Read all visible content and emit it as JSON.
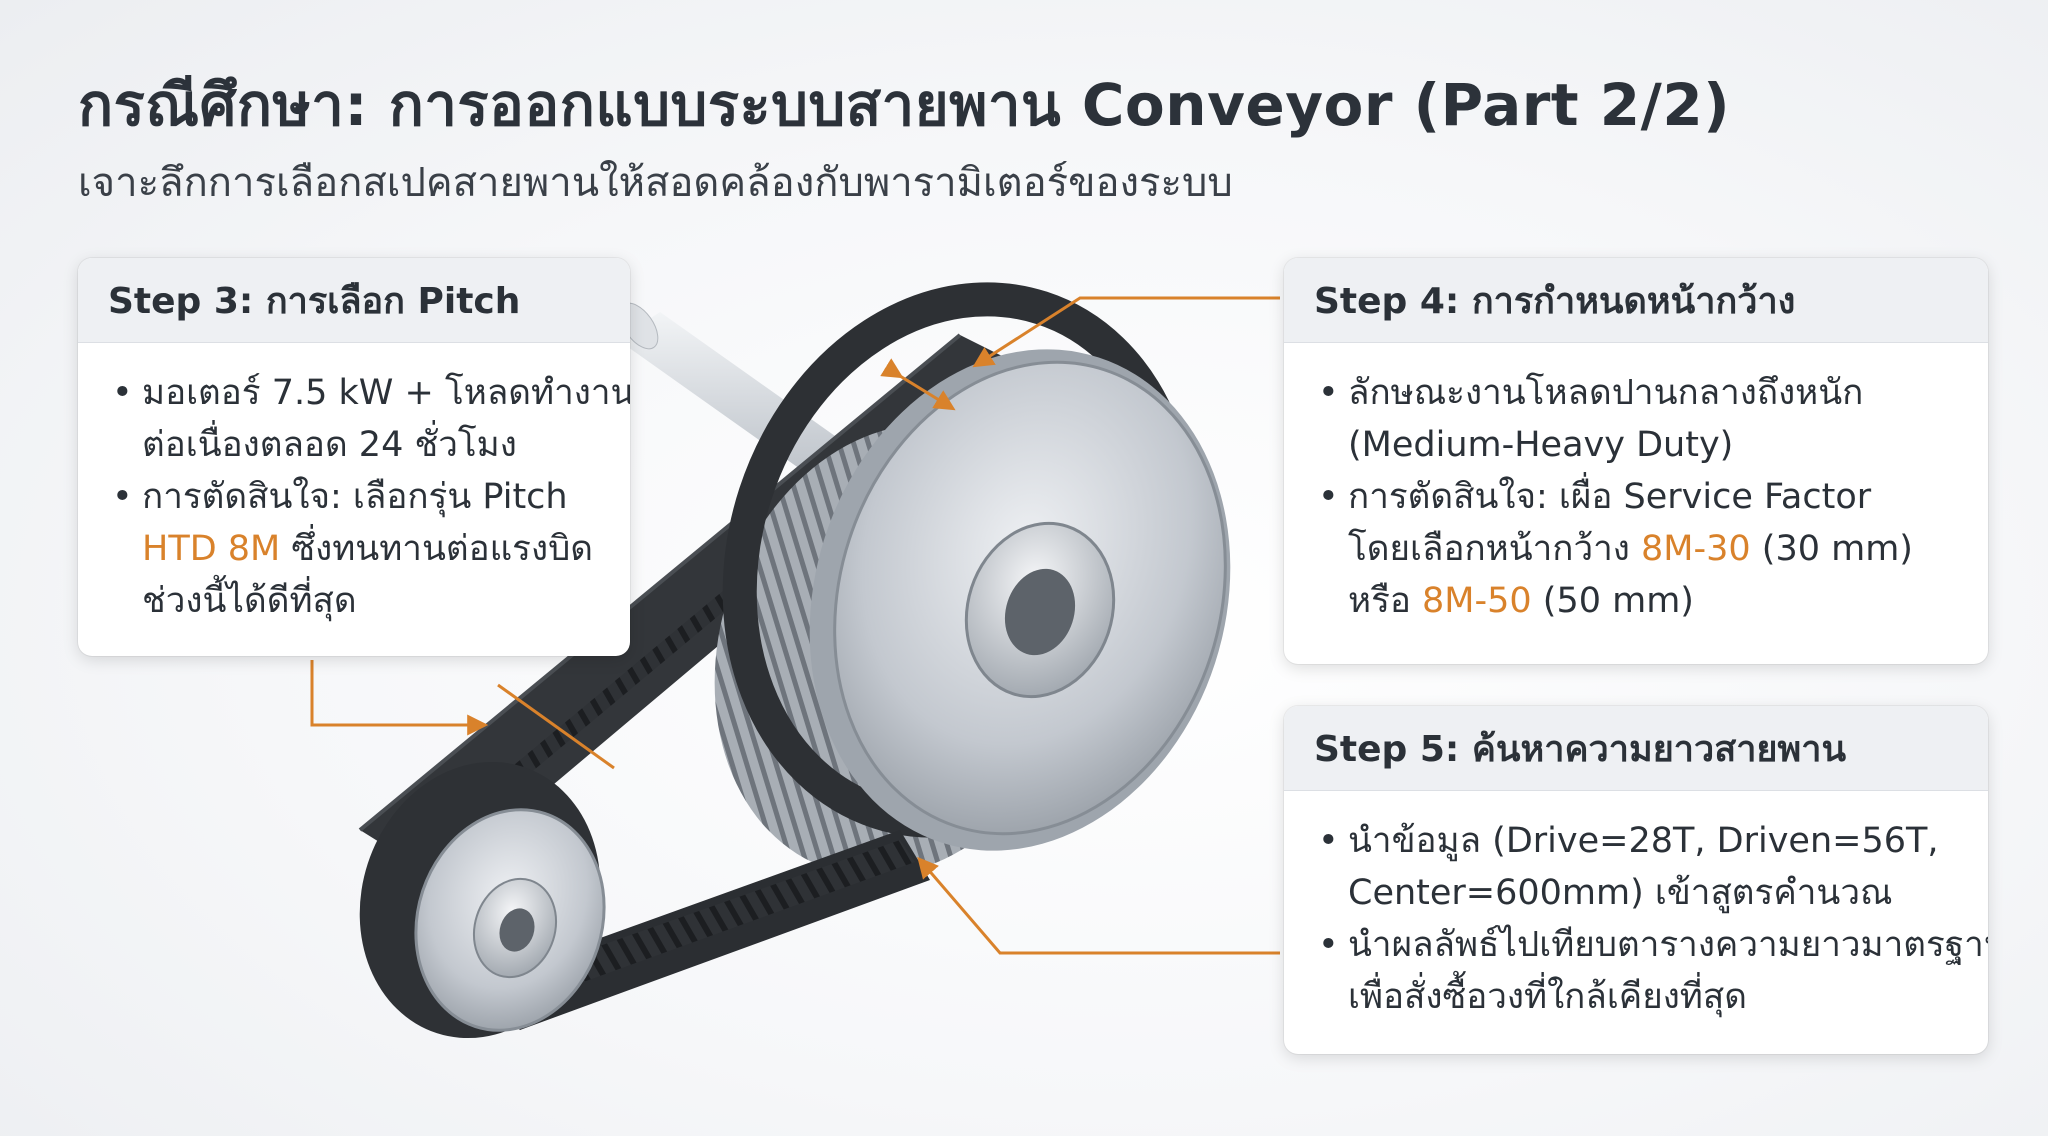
{
  "header": {
    "title": "กรณีศึกษา: การออกแบบระบบสายพาน Conveyor (Part 2/2)",
    "subtitle": "เจาะลึกการเลือกสเปคสายพานให้สอดคล้องกับพารามิเตอร์ของระบบ"
  },
  "colors": {
    "accent": "#d9822b",
    "header_bg": "#eef0f3",
    "text": "#2b3138",
    "belt": "#2d3034",
    "pulley": "#c9ced4"
  },
  "step3": {
    "title": "Step 3: การเลือก Pitch",
    "b1_l1": "มอเตอร์ 7.5 kW + โหลดทำงาน",
    "b1_l2": "ต่อเนื่องตลอด 24 ชั่วโมง",
    "b2_l1": "การตัดสินใจ: เลือกรุ่น Pitch",
    "b2_l2_hl": "HTD 8M",
    "b2_l2_rest": " ซึ่งทนทานต่อแรงบิด",
    "b2_l3": "ช่วงนี้ได้ดีที่สุด"
  },
  "step4": {
    "title": "Step 4: การกำหนดหน้ากว้าง",
    "b1_l1": "ลักษณะงานโหลดปานกลางถึงหนัก",
    "b1_l2": "(Medium-Heavy Duty)",
    "b2_l1": "การตัดสินใจ: เผื่อ Service Factor",
    "b2_l2_pre": "โดยเลือกหน้ากว้าง ",
    "b2_l2_hl": "8M-30",
    "b2_l2_rest": " (30 mm)",
    "b2_l3_pre": "หรือ ",
    "b2_l3_hl": "8M-50",
    "b2_l3_rest": " (50 mm)"
  },
  "step5": {
    "title": "Step 5: ค้นหาความยาวสายพาน",
    "b1_l1": "นำข้อมูล (Drive=28T, Driven=56T,",
    "b1_l2": "Center=600mm) เข้าสูตรคำนวณ",
    "b2_l1": "นำผลลัพธ์ไปเทียบตารางความยาวมาตรฐาน",
    "b2_l2": "เพื่อสั่งซื้อวงที่ใกล้เคียงที่สุด"
  }
}
